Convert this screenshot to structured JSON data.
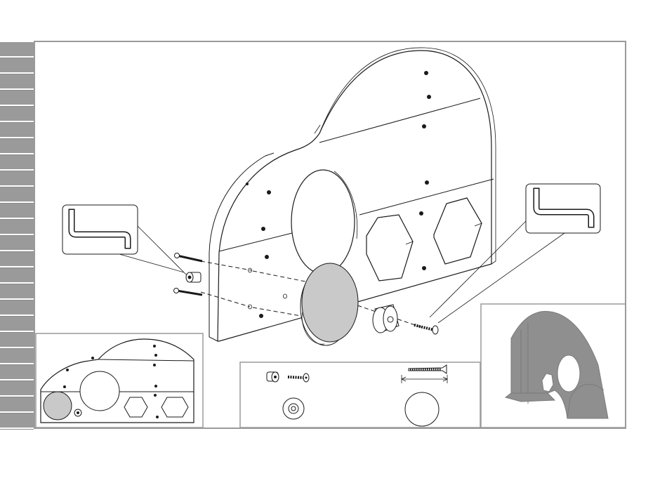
{
  "document": {
    "type": "assembly-instruction-page",
    "side_tab_count": 24,
    "colors": {
      "frame_grey": "#9a9a9a",
      "tab_grey": "#8a8a8a",
      "part_grey": "#c9c9c9",
      "preview_grey": "#8f8f8f",
      "line": "#1a1a1a"
    },
    "callouts": [
      {
        "name": "hex-key-callout-left",
        "icon": "hex-key-icon"
      },
      {
        "name": "hex-key-callout-right",
        "icon": "hex-key-icon"
      }
    ],
    "hardware_panel": {
      "items": [
        {
          "name": "bolt-with-barrel-nut",
          "icon": "bolt-icon"
        },
        {
          "name": "wood-screw",
          "icon": "screw-icon"
        },
        {
          "name": "spacer-ring",
          "icon": "spacer-icon"
        },
        {
          "name": "cover-cap",
          "icon": "cap-icon"
        }
      ]
    }
  }
}
